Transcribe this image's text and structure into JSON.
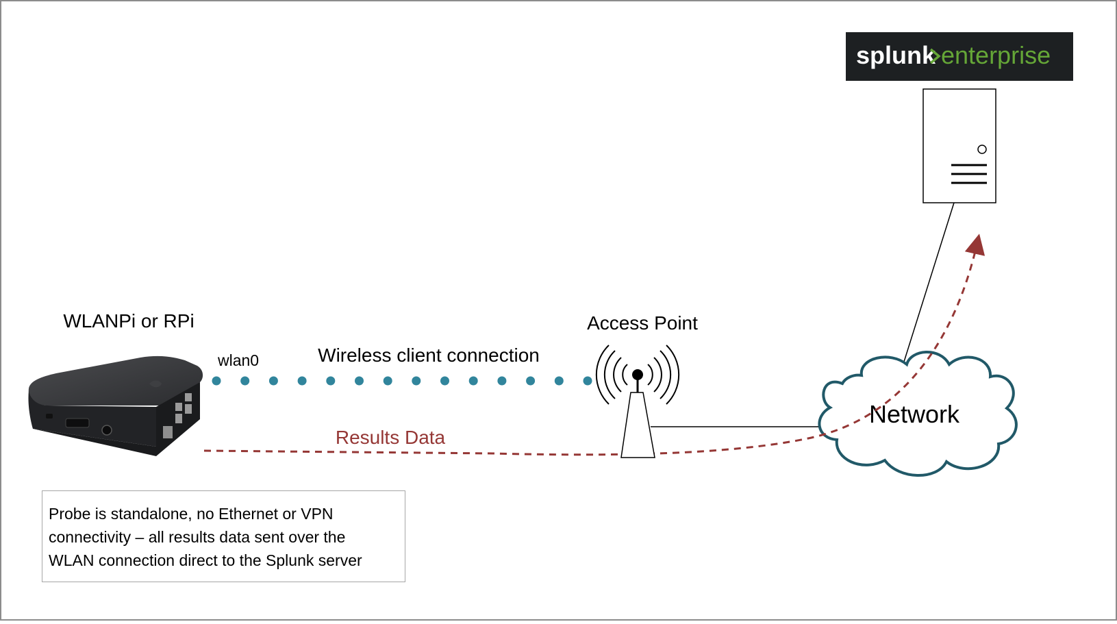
{
  "labels": {
    "device": "WLANPi or RPi",
    "interface": "wlan0",
    "wireless_link": "Wireless client connection",
    "access_point": "Access Point",
    "results": "Results Data",
    "network": "Network"
  },
  "logo": {
    "left": "splunk",
    "right": "enterprise"
  },
  "note": {
    "lines": [
      "Probe is standalone, no Ethernet or VPN",
      "connectivity – all results data sent over the",
      "WLAN connection direct to the Splunk server"
    ]
  },
  "colors": {
    "wireless_dots": "#31859c",
    "results_line": "#953735",
    "cloud_stroke": "#215968",
    "logo_bg": "#1d2022",
    "logo_green": "#65a637"
  }
}
